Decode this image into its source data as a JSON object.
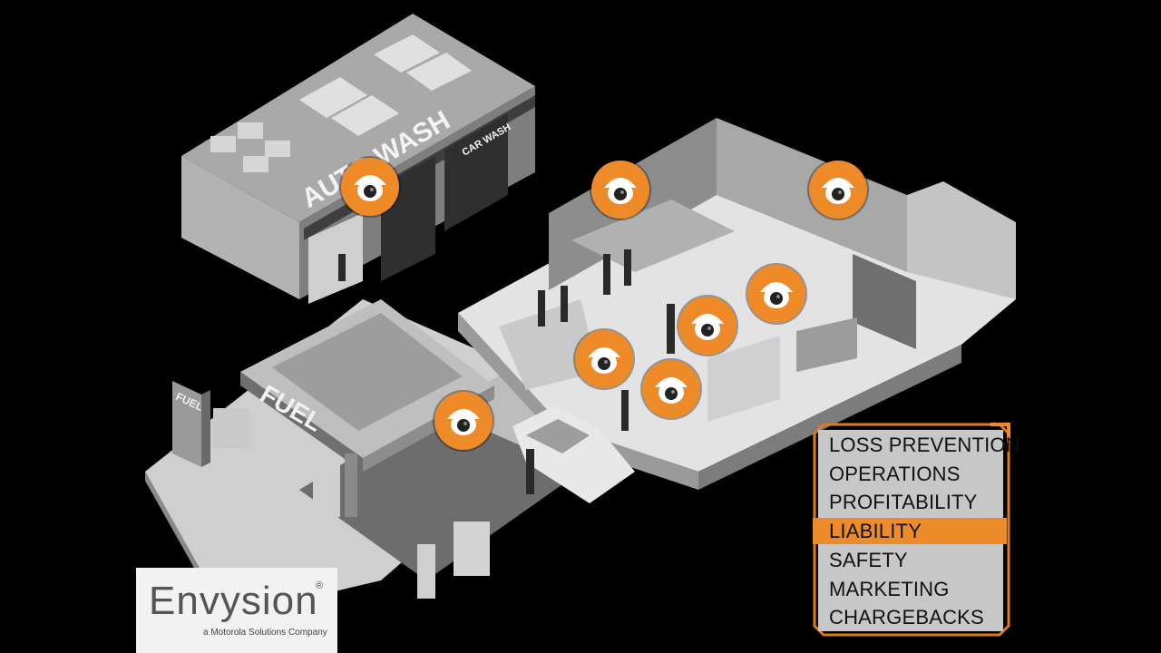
{
  "scene": {
    "signs": {
      "autowash": "AUTO WASH",
      "carwash": "CAR WASH",
      "fuel_canopy": "FUEL",
      "fuel_pylon": "FUEL"
    }
  },
  "menu": {
    "items": [
      {
        "label": "LOSS PREVENTION",
        "active": false
      },
      {
        "label": "OPERATIONS",
        "active": false
      },
      {
        "label": "PROFITABILITY",
        "active": false
      },
      {
        "label": "LIABILITY",
        "active": true
      },
      {
        "label": "SAFETY",
        "active": false
      },
      {
        "label": "MARKETING",
        "active": false
      },
      {
        "label": "CHARGEBACKS",
        "active": false
      }
    ]
  },
  "logo": {
    "name": "Envysion",
    "registered": "®",
    "tagline": "a Motorola Solutions Company"
  },
  "colors": {
    "accent": "#ee8a27",
    "background": "#000000",
    "panel": "#c7c7c7"
  },
  "icons": {
    "camera": "security-dome-camera-icon"
  }
}
